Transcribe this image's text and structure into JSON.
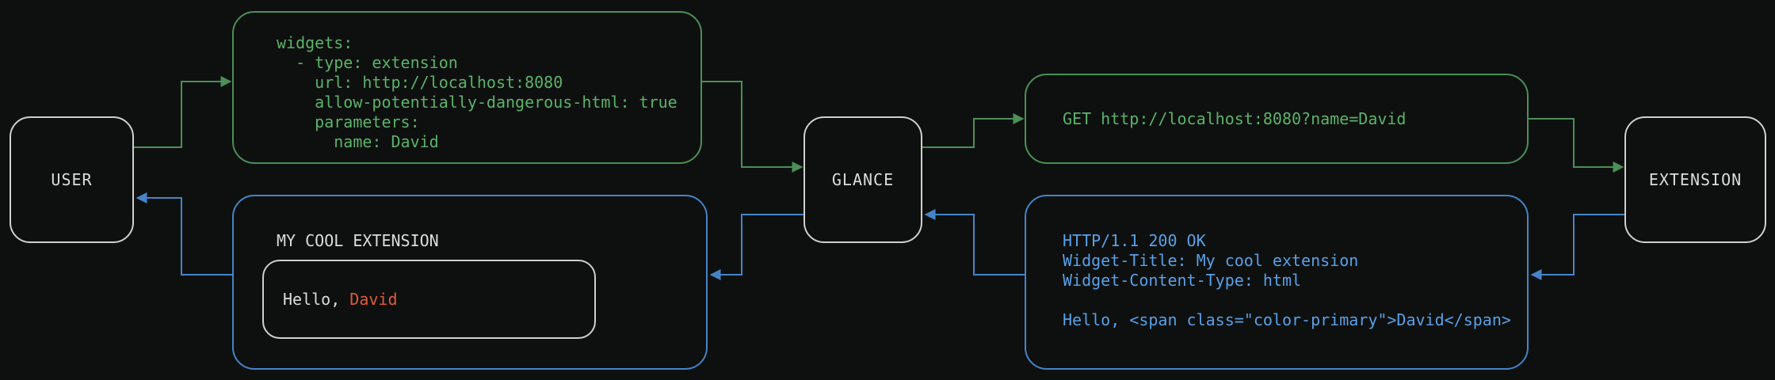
{
  "colors": {
    "background": "#0e100f",
    "green": "#4c8f58",
    "green_text": "#5cb26a",
    "blue": "#4584c8",
    "blue_text": "#58a0e8",
    "orange": "#e05a3a",
    "white_text": "#dcdcdc",
    "node_border": "#cfcfcf"
  },
  "diagram": {
    "nodes": {
      "user": {
        "label": "USER"
      },
      "glance": {
        "label": "GLANCE"
      },
      "extension": {
        "label": "EXTENSION"
      }
    },
    "config_box": {
      "lines": [
        "widgets:",
        "  - type: extension",
        "    url: http://localhost:8080",
        "    allow-potentially-dangerous-html: true",
        "    parameters:",
        "      name: David"
      ]
    },
    "request_box": {
      "text": "GET http://localhost:8080?name=David"
    },
    "response_box": {
      "lines": [
        "HTTP/1.1 200 OK",
        "Widget-Title: My cool extension",
        "Widget-Content-Type: html",
        "",
        "Hello, <span class=\"color-primary\">David</span>"
      ]
    },
    "widget_box": {
      "title": "MY COOL EXTENSION",
      "greeting_prefix": "Hello, ",
      "greeting_name": "David"
    }
  }
}
